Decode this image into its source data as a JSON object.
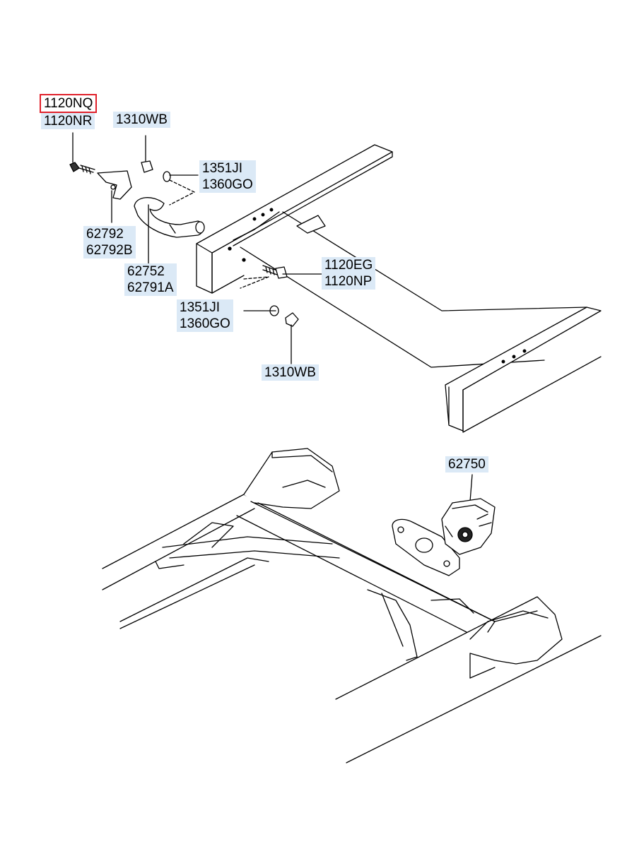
{
  "callouts": [
    {
      "id": "c1",
      "lines": [
        "1120NQ"
      ],
      "highlight": true
    },
    {
      "id": "c2",
      "lines": [
        "1120NR"
      ]
    },
    {
      "id": "c3",
      "lines": [
        "1310WB"
      ]
    },
    {
      "id": "c4",
      "lines": [
        "1351JI",
        "1360GO"
      ]
    },
    {
      "id": "c5",
      "lines": [
        "62792",
        "62792B"
      ]
    },
    {
      "id": "c6",
      "lines": [
        "62752",
        "62791A"
      ]
    },
    {
      "id": "c7",
      "lines": [
        "1120EG",
        "1120NP"
      ]
    },
    {
      "id": "c8",
      "lines": [
        "1351JI",
        "1360GO"
      ]
    },
    {
      "id": "c9",
      "lines": [
        "1310WB"
      ]
    },
    {
      "id": "c10",
      "lines": [
        "62750"
      ]
    }
  ],
  "colors": {
    "highlight_border": "#e0202a",
    "label_background": "#dbe9f6",
    "line": "#000000"
  }
}
